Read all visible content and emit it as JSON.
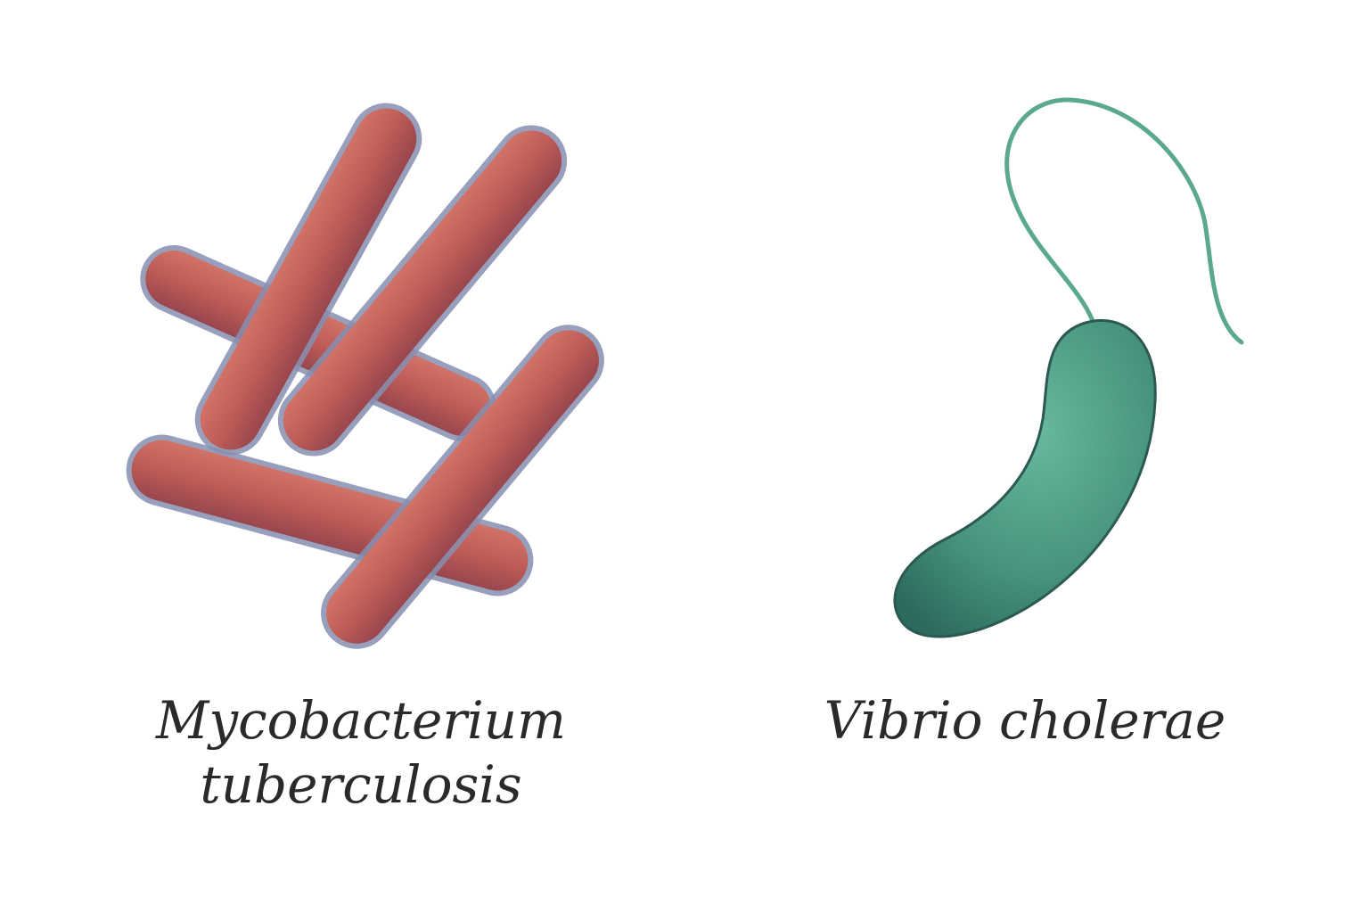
{
  "organisms": [
    {
      "name_line1": "Mycobacterium",
      "name_line2": "tuberculosis",
      "shape": "rod",
      "color": "#c7635a",
      "outline_color": "#7f8bb0"
    },
    {
      "name": "Vibrio cholerae",
      "shape": "curved-rod-with-flagellum",
      "color": "#4a9a82",
      "outline_color": "#2f5f57"
    }
  ]
}
